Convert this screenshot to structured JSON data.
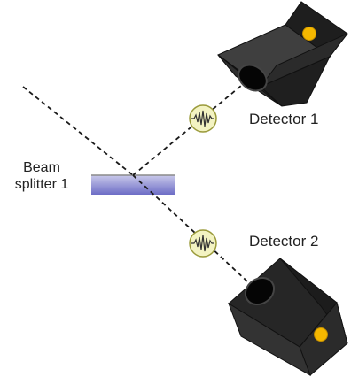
{
  "labels": {
    "detector_1": "Detector 1",
    "detector_2": "Detector 2",
    "beam_splitter_line1": "Beam",
    "beam_splitter_line2": "splitter 1"
  },
  "colors": {
    "beam": "#1a1a1a",
    "detector_body_front": "#2a2a2a",
    "detector_body_side": "#1c1c1c",
    "detector_body_top": "#3f3f3f",
    "detector_indicator": "#f5b800",
    "splitter_top": "#b8b8e0",
    "splitter_bottom": "#7272c8",
    "photon_fill": "#f3f3c2",
    "photon_stroke": "#9a9a3a"
  },
  "icons": {
    "photon": "wave-packet-icon",
    "detector": "detector-box-icon"
  }
}
